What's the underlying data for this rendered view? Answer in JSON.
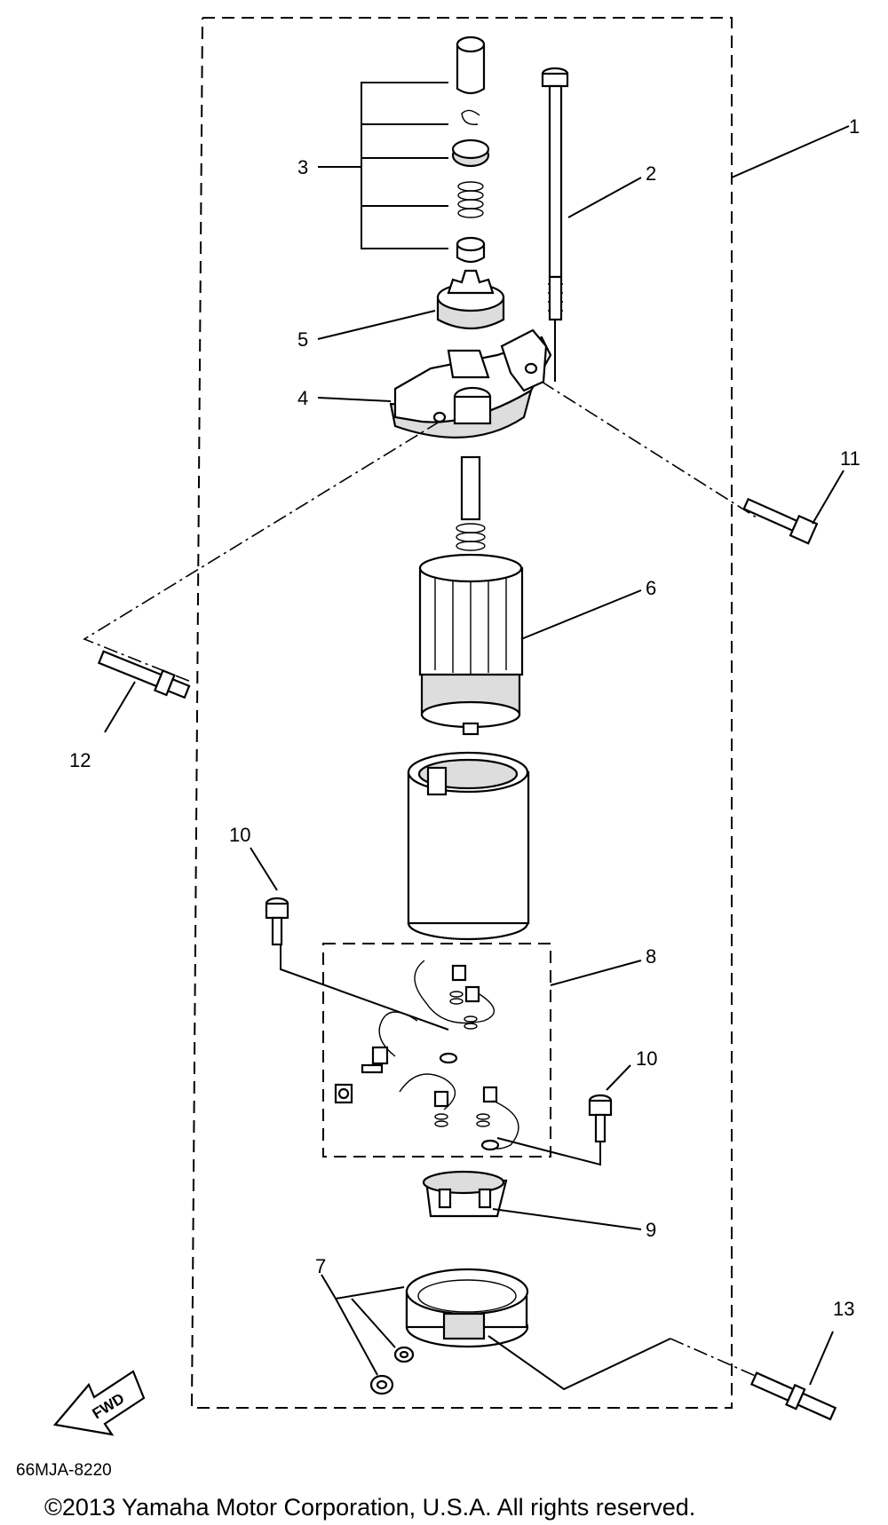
{
  "diagram": {
    "drawing_code": "66MJA-8220",
    "copyright": "©2013 Yamaha Motor Corporation, U.S.A. All rights reserved.",
    "direction_badge": "FWD",
    "callouts": [
      {
        "id": "1",
        "part": "starter-motor-assembly"
      },
      {
        "id": "2",
        "part": "through-bolt"
      },
      {
        "id": "3",
        "part": "pinion-stopper-kit"
      },
      {
        "id": "4",
        "part": "upper-bracket"
      },
      {
        "id": "5",
        "part": "pinion-gear"
      },
      {
        "id": "6",
        "part": "armature"
      },
      {
        "id": "7",
        "part": "nut-and-washer"
      },
      {
        "id": "8",
        "part": "brush-set"
      },
      {
        "id": "9",
        "part": "brush-holder"
      },
      {
        "id": "10",
        "part": "screw"
      },
      {
        "id": "10",
        "part": "screw"
      },
      {
        "id": "11",
        "part": "bolt"
      },
      {
        "id": "12",
        "part": "stud-bolt"
      },
      {
        "id": "13",
        "part": "stud-bolt"
      }
    ]
  }
}
